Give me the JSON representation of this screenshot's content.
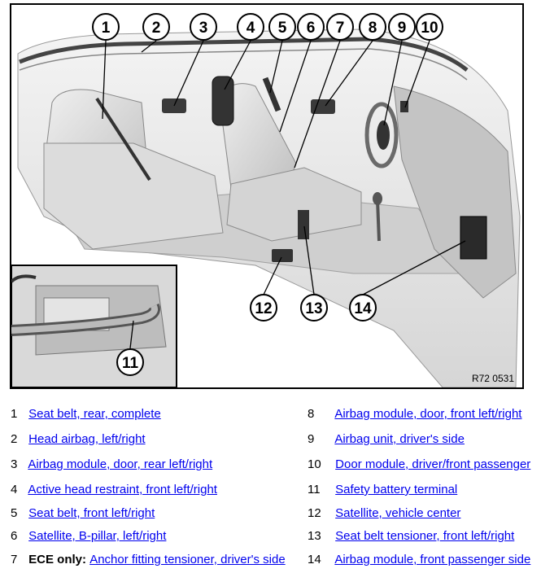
{
  "figure": {
    "code": "R72 0531",
    "callouts": [
      "1",
      "2",
      "3",
      "4",
      "5",
      "6",
      "7",
      "8",
      "9",
      "10",
      "11",
      "12",
      "13",
      "14"
    ]
  },
  "legend": [
    {
      "num": "1",
      "label": "Seat belt, rear, complete"
    },
    {
      "num": "2",
      "label": "Head airbag, left/right"
    },
    {
      "num": "3",
      "label": "Airbag module, door, rear left/right"
    },
    {
      "num": "4",
      "label": "Active head restraint, front left/right"
    },
    {
      "num": "5",
      "label": "Seat belt, front left/right"
    },
    {
      "num": "6",
      "label": "Satellite, B-pillar, left/right"
    },
    {
      "num": "7",
      "prefix": "ECE only:",
      "label": "Anchor fitting tensioner, driver's side"
    },
    {
      "num": "8",
      "label": "Airbag module, door, front left/right"
    },
    {
      "num": "9",
      "label": "Airbag unit, driver's side"
    },
    {
      "num": "10",
      "label": "Door module, driver/front passenger"
    },
    {
      "num": "11",
      "label": "Safety battery terminal"
    },
    {
      "num": "12",
      "label": "Satellite, vehicle center"
    },
    {
      "num": "13",
      "label": "Seat belt tensioner, front left/right"
    },
    {
      "num": "14",
      "label": "Airbag module, front passenger side"
    }
  ]
}
